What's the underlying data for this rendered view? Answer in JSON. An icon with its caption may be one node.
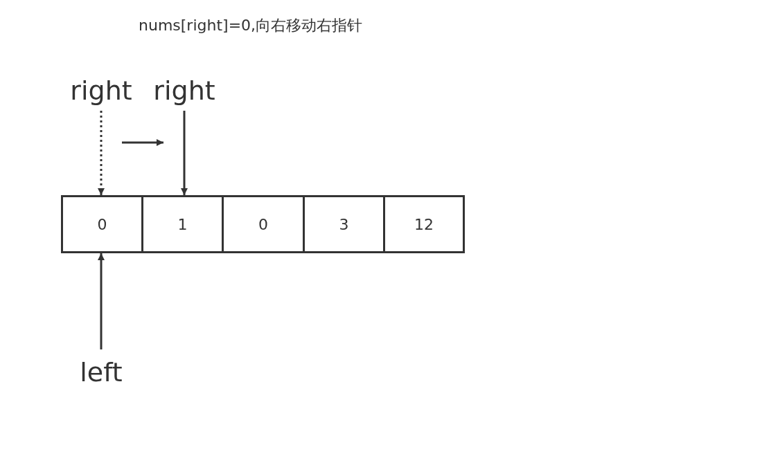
{
  "diagram": {
    "title": "nums[right]=0,向右移动右指针",
    "nodes": [
      {
        "text": [
          "right"
        ]
      },
      {
        "text": [
          "right"
        ]
      },
      {
        "text": [
          "0"
        ]
      },
      {
        "text": [
          "1"
        ]
      },
      {
        "text": [
          "0"
        ]
      },
      {
        "text": [
          "3"
        ]
      },
      {
        "text": [
          "12"
        ]
      },
      {
        "text": [
          "left"
        ]
      }
    ],
    "edges": [
      {
        "from": 0,
        "to": 2,
        "arrow": "to",
        "style": "dashed"
      },
      {
        "from": 1,
        "to": 3,
        "arrow": "to"
      },
      {
        "from": 7,
        "to": 2,
        "arrow": "to"
      }
    ]
  }
}
